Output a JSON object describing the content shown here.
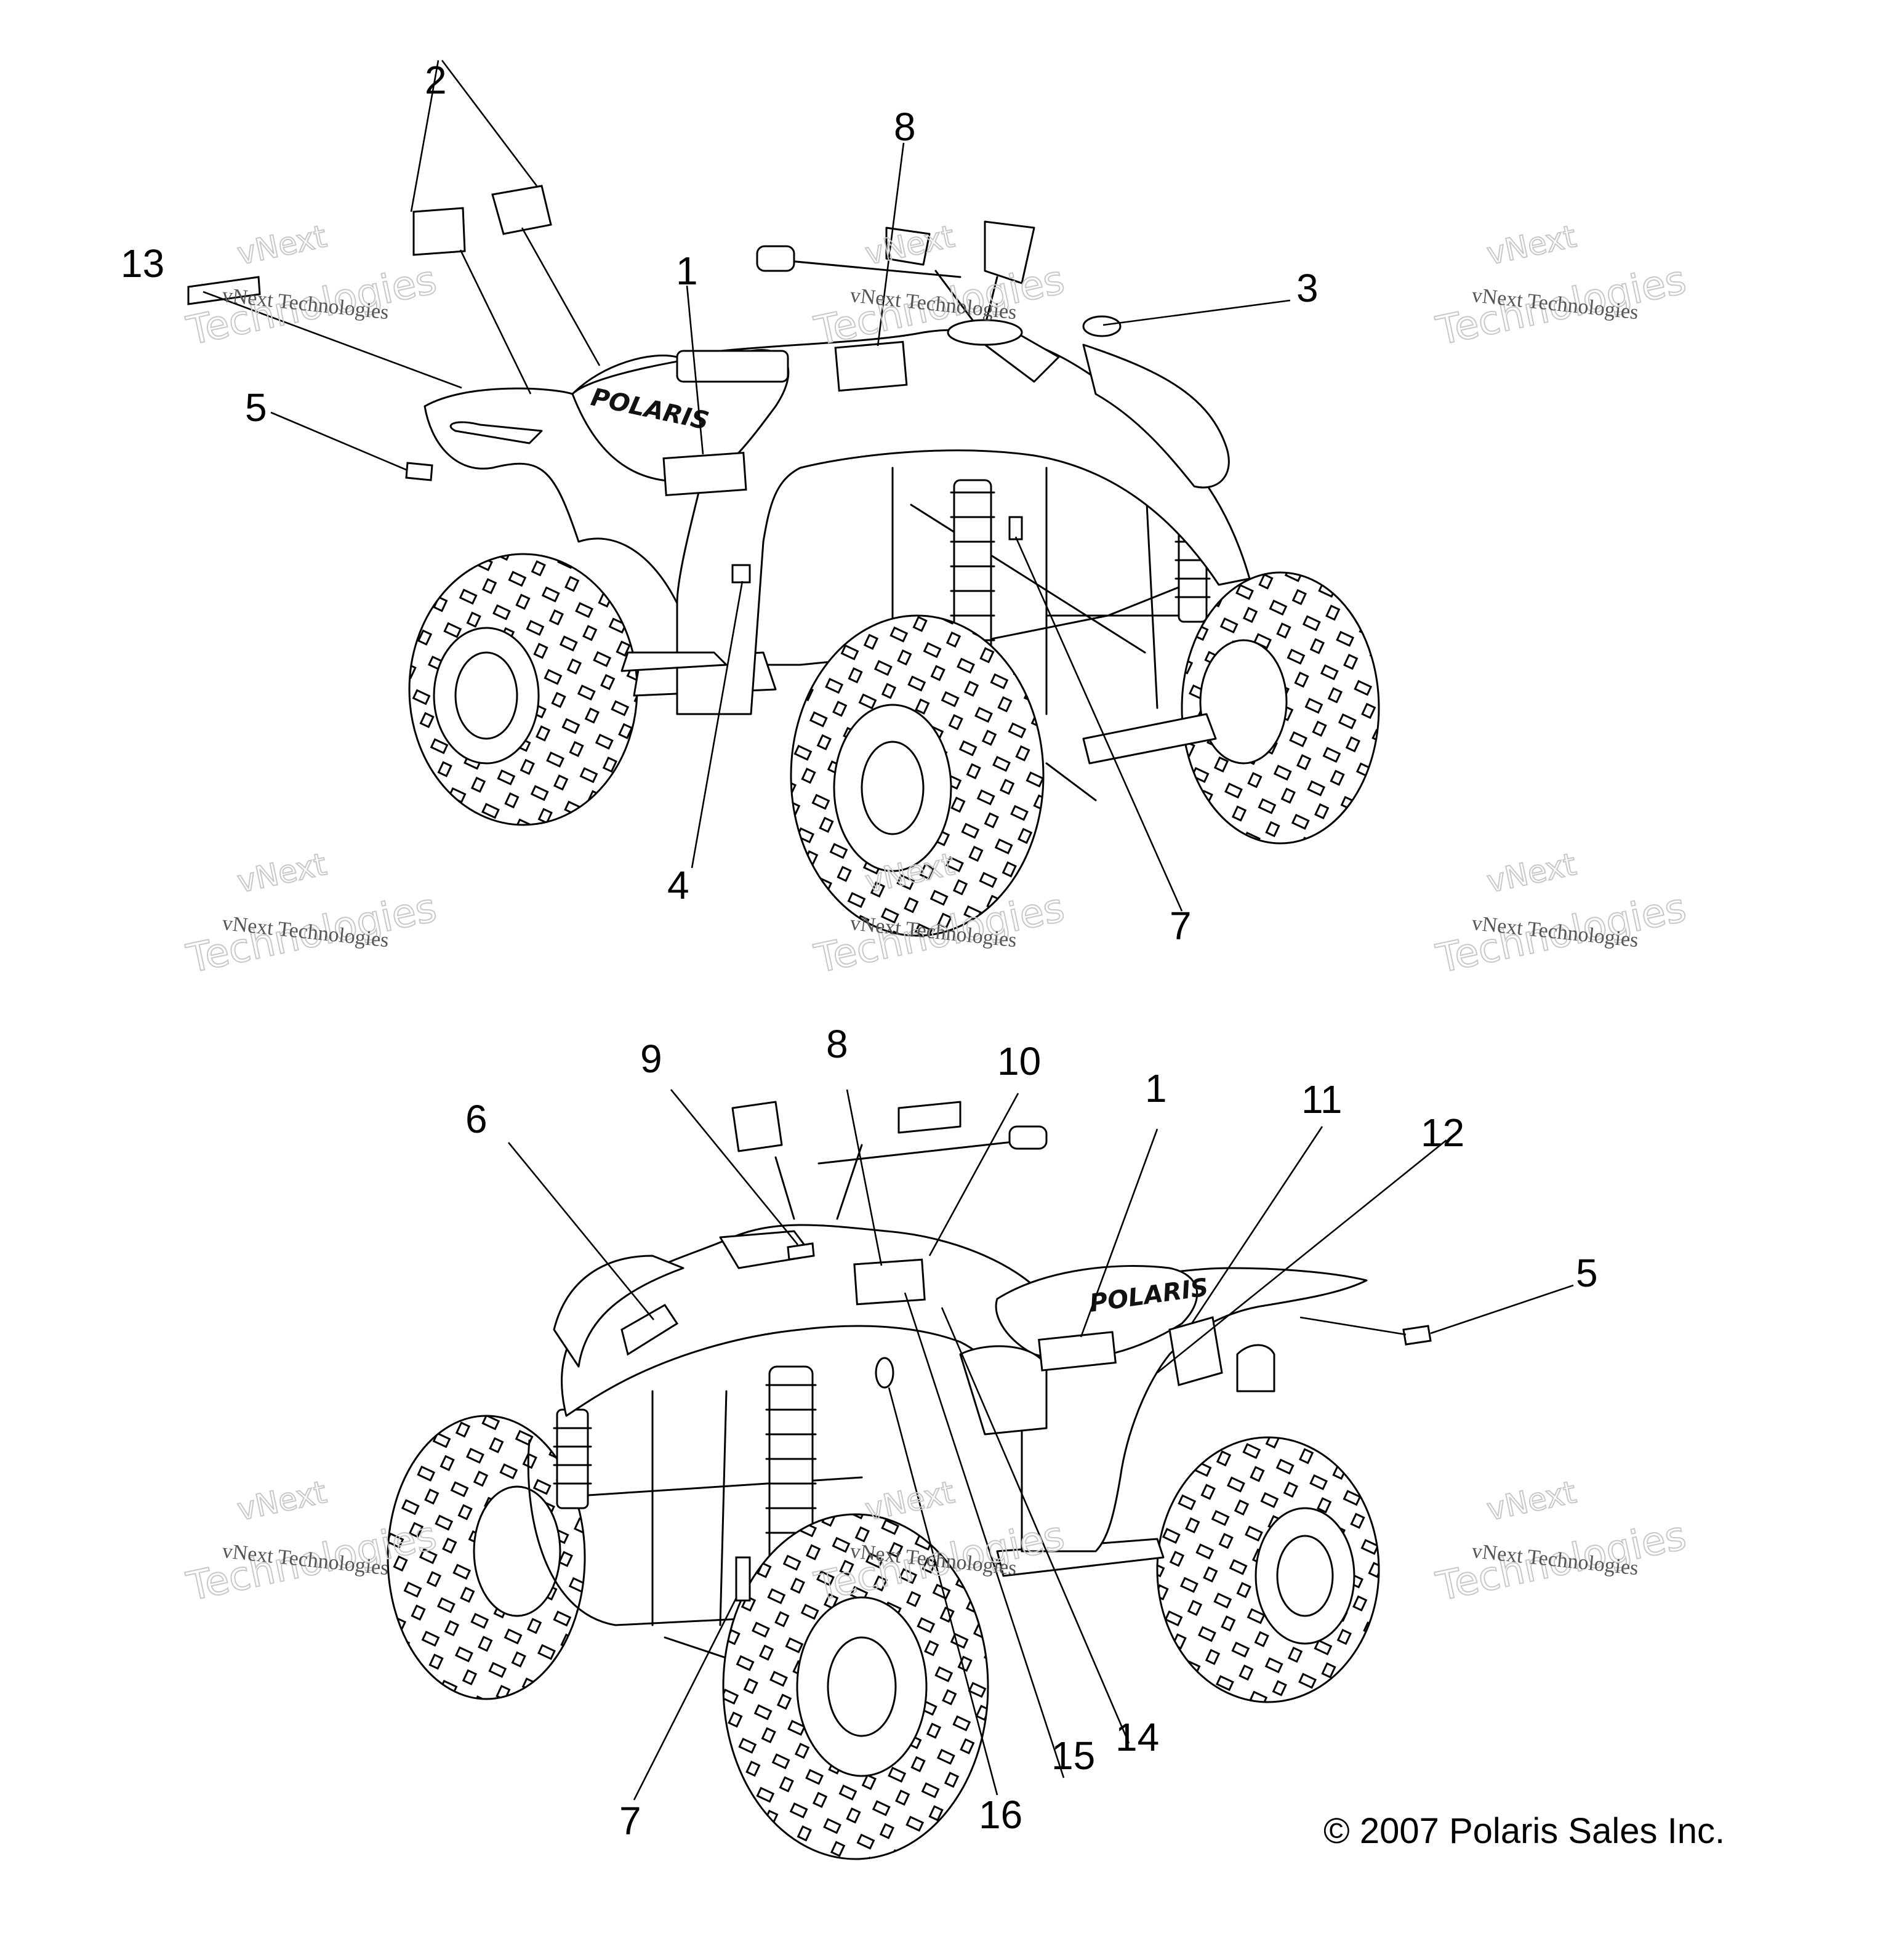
{
  "diagram": {
    "callouts_top": [
      "1",
      "2",
      "3",
      "4",
      "5",
      "7",
      "8",
      "13"
    ],
    "callouts_bottom": [
      "1",
      "5",
      "6",
      "7",
      "8",
      "9",
      "10",
      "11",
      "12",
      "14",
      "15",
      "16"
    ],
    "logo_text": "POLARIS",
    "copyright": "© 2007 Polaris Sales Inc.",
    "watermark": {
      "line1": "vNext Technologies",
      "line2": "vNext",
      "line3": "Technologies"
    }
  }
}
